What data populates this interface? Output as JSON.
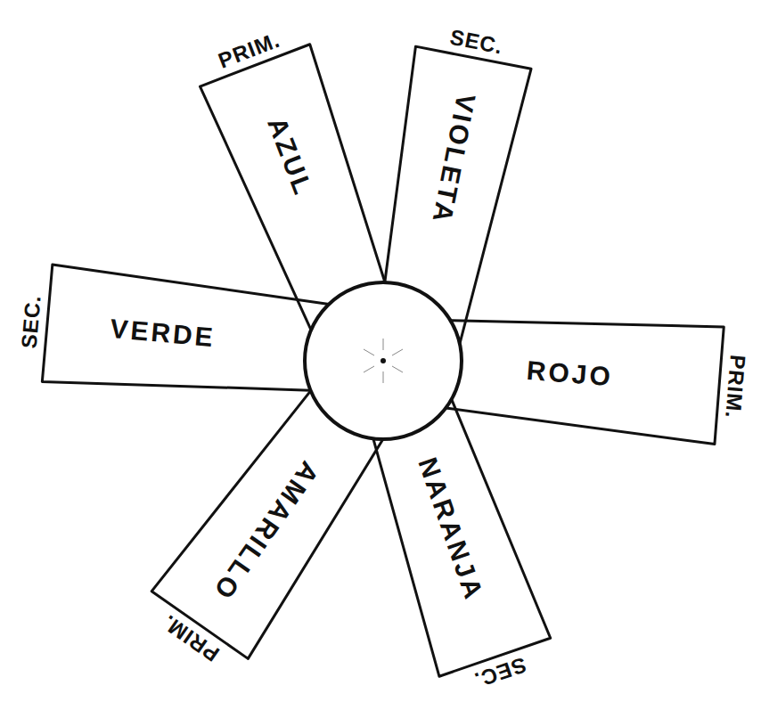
{
  "diagram": {
    "nodes": [
      {
        "text": [
          "PRIM.",
          "AZUL"
        ]
      },
      {
        "text": [
          "SEC.",
          "VIOLETA"
        ]
      },
      {
        "text": [
          "SEC.",
          "VERDE"
        ]
      },
      {
        "text": [
          "PRIM.",
          "ROJO"
        ]
      },
      {
        "text": [
          "PRIM.",
          "AMARILLO"
        ]
      },
      {
        "text": [
          "SEC.",
          "NARANJA"
        ]
      }
    ]
  }
}
